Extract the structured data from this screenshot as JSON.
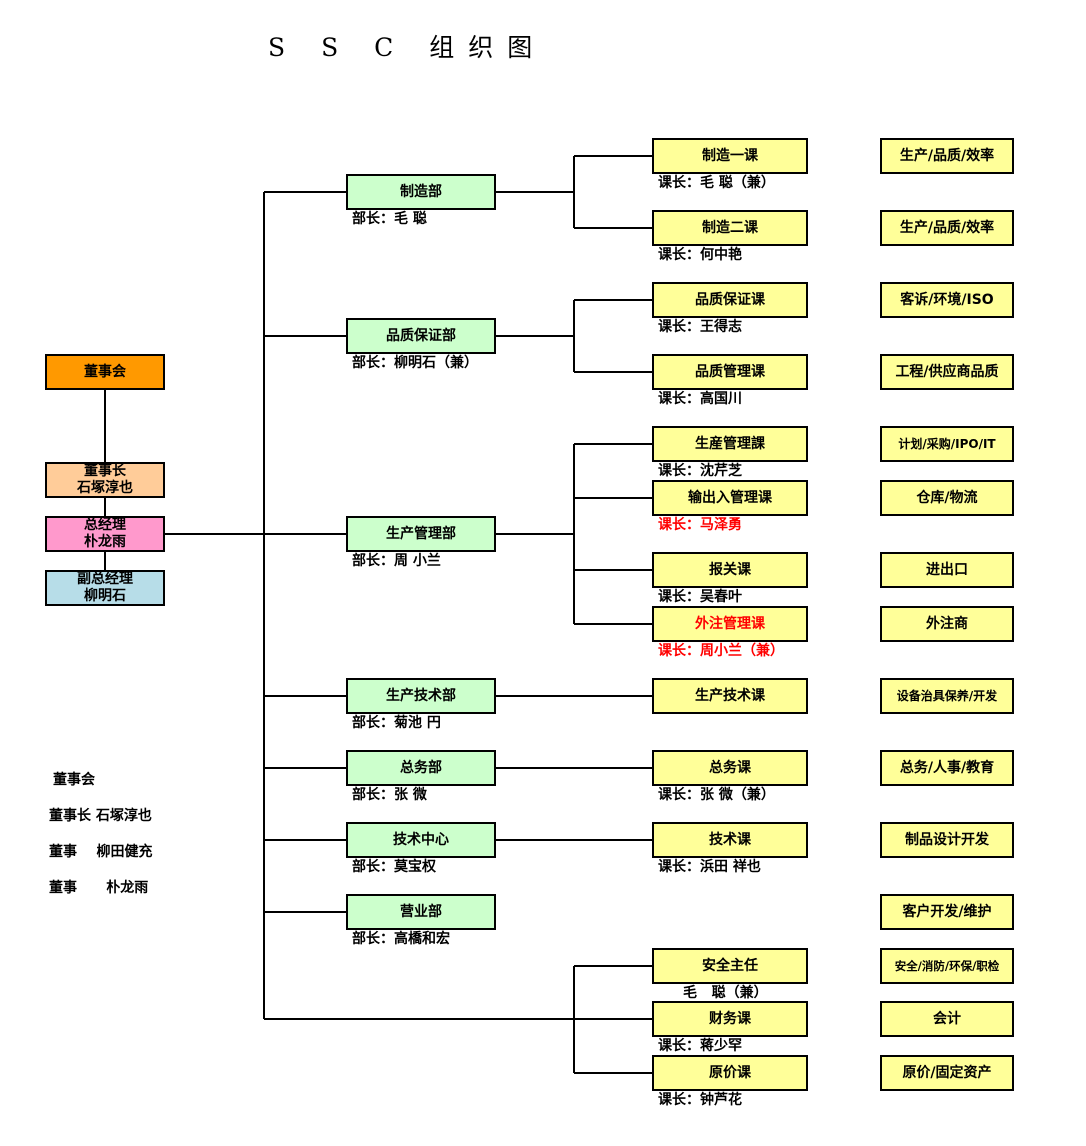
{
  "title": "S S C 组织图",
  "board": "董事会",
  "chairman": {
    "title": "董事长",
    "name": "石塚淳也"
  },
  "gm": {
    "title": "总经理",
    "name": "朴龙雨"
  },
  "vgm": {
    "title": "副总经理",
    "name": "柳明石"
  },
  "departments": {
    "manufacturing": {
      "name": "制造部",
      "head": "部长：毛 聪"
    },
    "qa": {
      "name": "品质保证部",
      "head": "部长：柳明石（兼）"
    },
    "production_mgmt": {
      "name": "生产管理部",
      "head": "部长：周 小兰"
    },
    "production_tech": {
      "name": "生产技术部",
      "head": "部长：菊池 円"
    },
    "general_affairs": {
      "name": "总务部",
      "head": "部长：张 微"
    },
    "tech_center": {
      "name": "技术中心",
      "head": "部长：莫宝权"
    },
    "sales": {
      "name": "营业部",
      "head": "部长：高橋和宏"
    }
  },
  "sections": {
    "mfg1": {
      "name": "制造一课",
      "head": "课长：毛 聪（兼）",
      "func": "生产/品质/效率"
    },
    "mfg2": {
      "name": "制造二课",
      "head": "课长：何中艳",
      "func": "生产/品质/效率"
    },
    "qa": {
      "name": "品质保证课",
      "head": "课长：王得志",
      "func": "客诉/环境/ISO"
    },
    "qm": {
      "name": "品质管理课",
      "head": "课长：高国川",
      "func": "工程/供应商品质"
    },
    "prodmgmt": {
      "name": "生産管理課",
      "head": "课长：沈芹芝",
      "func": "计划/采购/IPO/IT"
    },
    "io": {
      "name": "输出入管理课",
      "head": "课长：马泽勇",
      "func": "仓库/物流"
    },
    "customs": {
      "name": "报关课",
      "head": "课长：吴春叶",
      "func": "进出口"
    },
    "outsource": {
      "name": "外注管理课",
      "head": "课长：周小兰（兼）",
      "func": "外注商"
    },
    "prodtech": {
      "name": "生产技术课",
      "head": "",
      "func": "设备治具保养/开发"
    },
    "ga": {
      "name": "总务课",
      "head": "课长：张 微（兼）",
      "func": "总务/人事/教育"
    },
    "tech": {
      "name": "技术课",
      "head": "课长：浜田 祥也",
      "func": "制品设计开发"
    },
    "sales_func": {
      "func": "客户开发/维护"
    },
    "safety": {
      "name": "安全主任",
      "head": "毛   聪（兼）",
      "func": "安全/消防/环保/职检"
    },
    "finance": {
      "name": "财务课",
      "head": "课长：蒋少罕",
      "func": "会计"
    },
    "cost": {
      "name": "原价课",
      "head": "课长：钟芦花",
      "func": "原价/固定资产"
    }
  },
  "board_members": [
    "董事会",
    "董事长 石塚淳也",
    "董事    柳田健充",
    "董事      朴龙雨"
  ],
  "colors": {
    "board": "#ff9900",
    "chairman": "#ffcc99",
    "gm": "#ff99cc",
    "vgm": "#b7dde8",
    "department": "#ccffcc",
    "section": "#ffff99",
    "highlight": "#ff0000"
  }
}
